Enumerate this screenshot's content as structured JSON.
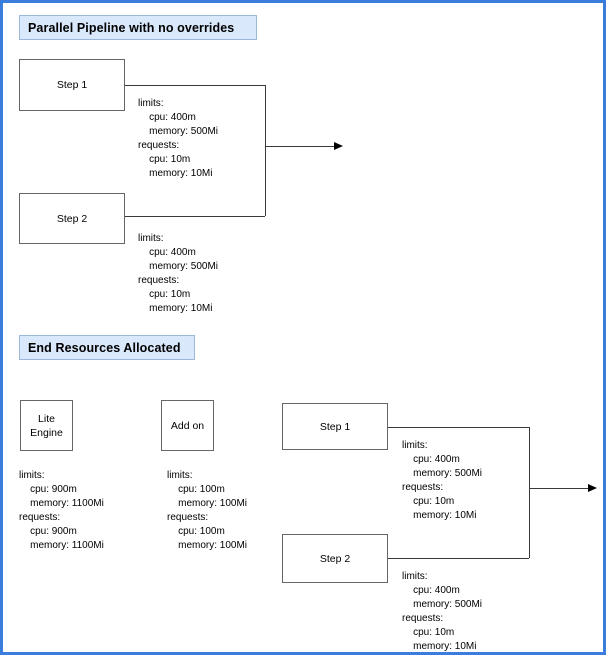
{
  "sections": {
    "top": {
      "banner": "Parallel Pipeline with no overrides",
      "nodes": [
        {
          "label": "Step 1"
        },
        {
          "label": "Step 2"
        }
      ],
      "resources": [
        "limits:\n    cpu: 400m\n    memory: 500Mi\nrequests:\n    cpu: 10m\n    memory: 10Mi",
        "limits:\n    cpu: 400m\n    memory: 500Mi\nrequests:\n    cpu: 10m\n    memory: 10Mi"
      ]
    },
    "bottom": {
      "banner": "End Resources Allocated",
      "lite_engine": {
        "label_line1": "Lite",
        "label_line2": "Engine",
        "resources": "limits:\n    cpu: 900m\n    memory: 1100Mi\nrequests:\n    cpu: 900m\n    memory: 1100Mi"
      },
      "add_on": {
        "label": "Add on",
        "resources": "limits:\n    cpu: 100m\n    memory: 100Mi\nrequests:\n    cpu: 100m\n    memory: 100Mi"
      },
      "nodes": [
        {
          "label": "Step 1"
        },
        {
          "label": "Step 2"
        }
      ],
      "resources": [
        "limits:\n    cpu: 400m\n    memory: 500Mi\nrequests:\n    cpu: 10m\n    memory: 10Mi",
        "limits:\n    cpu: 400m\n    memory: 500Mi\nrequests:\n    cpu: 10m\n    memory: 10Mi"
      ]
    }
  },
  "colors": {
    "banner_fill": "#dae8fc",
    "banner_border": "#9bb7d9",
    "page_border": "#3b7ddd",
    "node_border": "#666666",
    "connector": "#3a3a3a"
  }
}
